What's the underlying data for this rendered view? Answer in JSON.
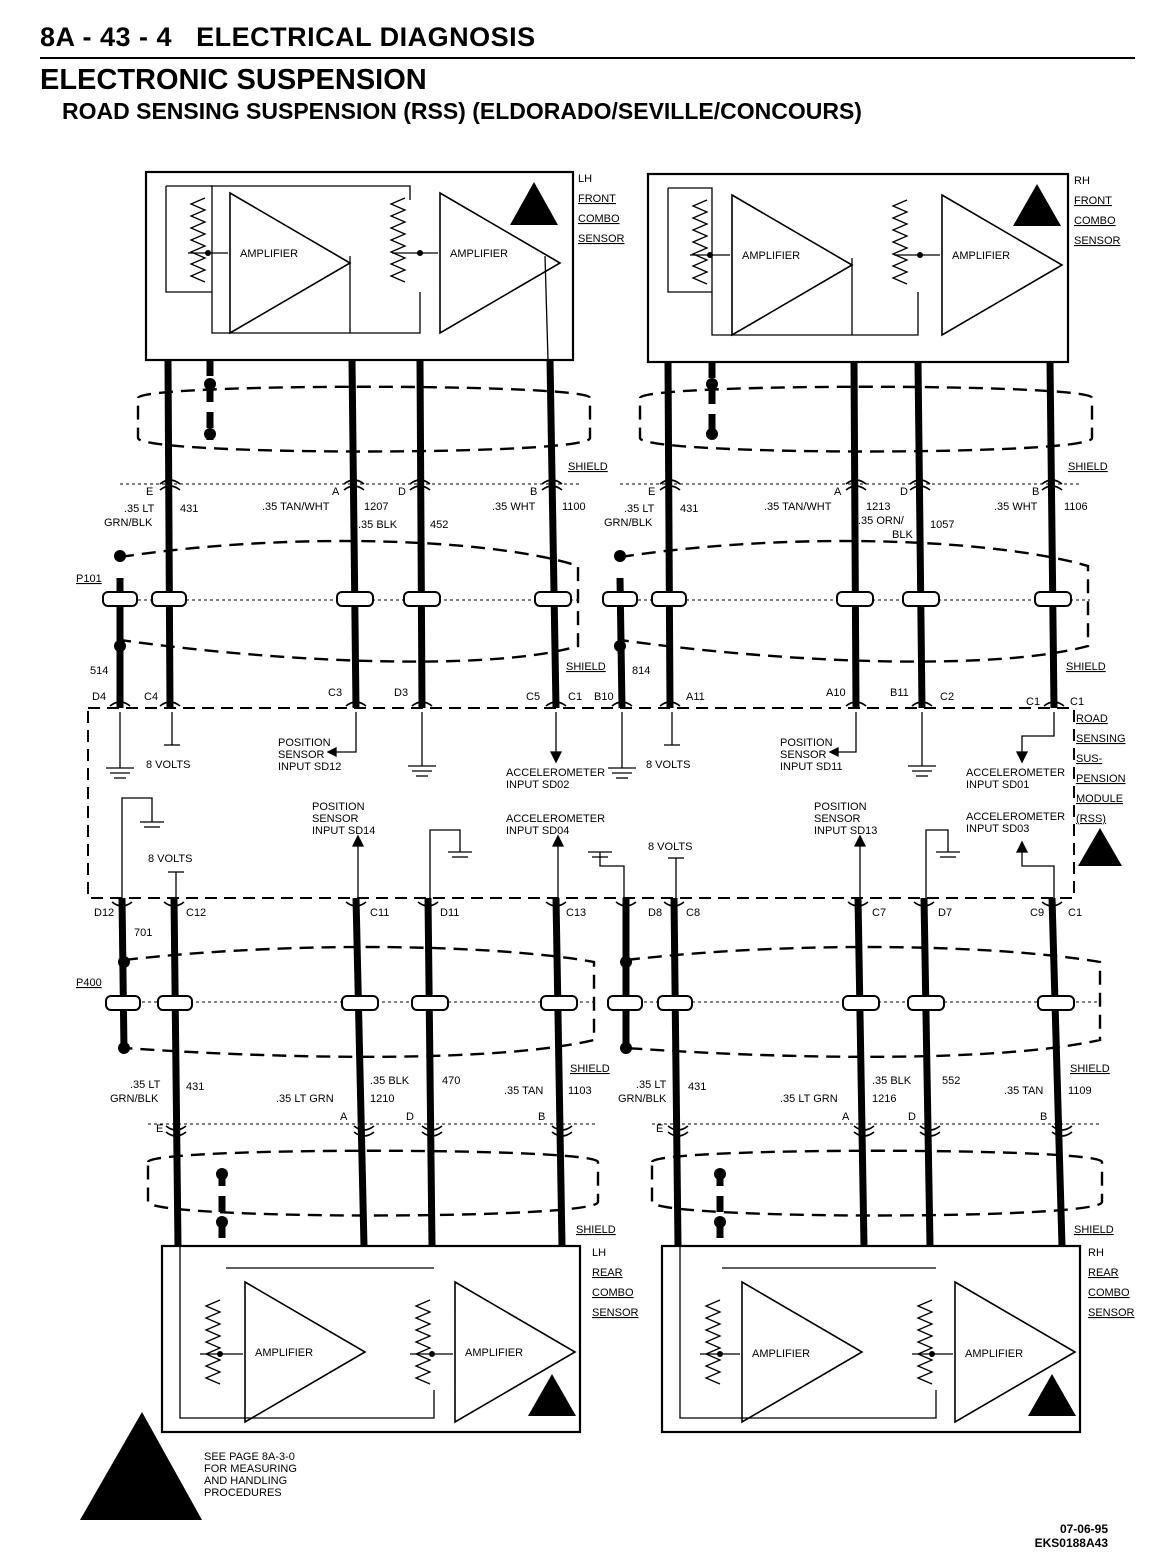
{
  "header": {
    "page_number": "8A - 43 - 4",
    "section": "ELECTRICAL DIAGNOSIS",
    "title": "ELECTRONIC SUSPENSION",
    "subtitle": "ROAD SENSING SUSPENSION (RSS) (ELDORADO/SEVILLE/CONCOURS)"
  },
  "common": {
    "amplifier": "AMPLIFIER",
    "shield": "SHIELD",
    "eight_volts": "8 VOLTS"
  },
  "sensors": {
    "lf": [
      "LH",
      "FRONT",
      "COMBO",
      "SENSOR"
    ],
    "rf": [
      "RH",
      "FRONT",
      "COMBO",
      "SENSOR"
    ],
    "lr": [
      "LH",
      "REAR",
      "COMBO",
      "SENSOR"
    ],
    "rr": [
      "RH",
      "REAR",
      "COMBO",
      "SENSOR"
    ]
  },
  "module_label": [
    "ROAD",
    "SENSING",
    "SUS-",
    "PENSION",
    "MODULE",
    "(RSS)"
  ],
  "connectors": {
    "p101": "P101",
    "p400": "P400"
  },
  "circuits": {
    "lf": {
      "e": "E",
      "a": "A",
      "d": "D",
      "b": "B",
      "gw": ".35 LT",
      "gw2": "GRN/BLK",
      "c431": "431",
      "tw": ".35 TAN/WHT",
      "c1207": "1207",
      "blk": ".35 BLK",
      "c452": "452",
      "wht": ".35 WHT",
      "c1100": "1100",
      "c514": "514"
    },
    "rf": {
      "e": "E",
      "a": "A",
      "d": "D",
      "b": "B",
      "gw": ".35 LT",
      "gw2": "GRN/BLK",
      "c431": "431",
      "tw": ".35 TAN/WHT",
      "c1213": "1213",
      "ob": ".35 ORN/",
      "ob2": "BLK",
      "c1057": "1057",
      "wht": ".35 WHT",
      "c1106": "1106",
      "c814": "814"
    },
    "lr": {
      "e": "E",
      "a": "A",
      "d": "D",
      "b": "B",
      "gw": ".35 LT",
      "gw2": "GRN/BLK",
      "c431": "431",
      "lg": ".35 LT GRN",
      "c1210": "1210",
      "blk": ".35 BLK",
      "c470": "470",
      "tan": ".35 TAN",
      "c1103": "1103",
      "c701": "701"
    },
    "rr": {
      "e": "E",
      "a": "A",
      "d": "D",
      "b": "B",
      "gw": ".35 LT",
      "gw2": "GRN/BLK",
      "c431": "431",
      "lg": ".35 LT GRN",
      "c1216": "1216",
      "blk": ".35 BLK",
      "c552": "552",
      "tan": ".35 TAN",
      "c1109": "1109"
    }
  },
  "pins": {
    "top": [
      "D4",
      "C4",
      "C3",
      "D3",
      "C5",
      "C1",
      "B10",
      "A11",
      "A10",
      "B11",
      "C2",
      "C1",
      "C1"
    ],
    "bottom": [
      "D12",
      "C12",
      "C11",
      "D11",
      "C13",
      "D8",
      "C8",
      "C7",
      "D7",
      "C9",
      "C1"
    ]
  },
  "signals": {
    "ps12": [
      "POSITION",
      "SENSOR",
      "INPUT SD12"
    ],
    "ps11": [
      "POSITION",
      "SENSOR",
      "INPUT SD11"
    ],
    "ps14": [
      "POSITION",
      "SENSOR",
      "INPUT SD14"
    ],
    "ps13": [
      "POSITION",
      "SENSOR",
      "INPUT SD13"
    ],
    "ac02": [
      "ACCELEROMETER",
      "INPUT SD02"
    ],
    "ac01": [
      "ACCELEROMETER",
      "INPUT SD01"
    ],
    "ac04": [
      "ACCELEROMETER",
      "INPUT SD04"
    ],
    "ac03": [
      "ACCELEROMETER",
      "INPUT SD03"
    ]
  },
  "esd_note": [
    "SEE PAGE 8A-3-0",
    "FOR MEASURING",
    "AND HANDLING",
    "PROCEDURES"
  ],
  "footer": {
    "date": "07-06-95",
    "code": "EKS0188A43"
  }
}
